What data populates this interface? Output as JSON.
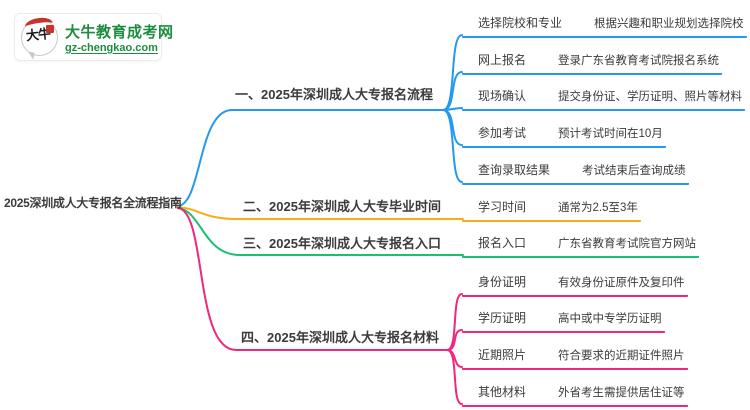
{
  "logo": {
    "icon_text": "大牛",
    "site_name": "大牛教育成考网",
    "site_url": "gz-chengkao.com",
    "brand_green": "#1e8c3e",
    "seal_red": "#c5352b"
  },
  "colors": {
    "text": "#3b3b3b",
    "branch_blue": "#2499f0",
    "branch_orange": "#f9ac18",
    "branch_green": "#1abf72",
    "branch_pink": "#f1267e"
  },
  "mindmap": {
    "root": "2025深圳成人大专报名全流程指南",
    "branches": [
      {
        "label": "一、2025年深圳成人大专报名流程",
        "color": "#2499f0",
        "children": [
          {
            "keyword": "选择院校和专业",
            "value": "根据兴趣和职业规划选择院校"
          },
          {
            "keyword": "网上报名",
            "value": "登录广东省教育考试院报名系统"
          },
          {
            "keyword": "现场确认",
            "value": "提交身份证、学历证明、照片等材料"
          },
          {
            "keyword": "参加考试",
            "value": "预计考试时间在10月"
          },
          {
            "keyword": "查询录取结果",
            "value": "考试结束后查询成绩"
          }
        ]
      },
      {
        "label": "二、2025年深圳成人大专毕业时间",
        "color": "#f9ac18",
        "children": [
          {
            "keyword": "学习时间",
            "value": "通常为2.5至3年"
          }
        ]
      },
      {
        "label": "三、2025年深圳成人大专报名入口",
        "color": "#1abf72",
        "children": [
          {
            "keyword": "报名入口",
            "value": "广东省教育考试院官方网站"
          }
        ]
      },
      {
        "label": "四、2025年深圳成人大专报名材料",
        "color": "#f1267e",
        "children": [
          {
            "keyword": "身份证明",
            "value": "有效身份证原件及复印件"
          },
          {
            "keyword": "学历证明",
            "value": "高中或中专学历证明"
          },
          {
            "keyword": "近期照片",
            "value": "符合要求的近期证件照片"
          },
          {
            "keyword": "其他材料",
            "value": "外省考生需提供居住证等"
          }
        ]
      }
    ]
  }
}
